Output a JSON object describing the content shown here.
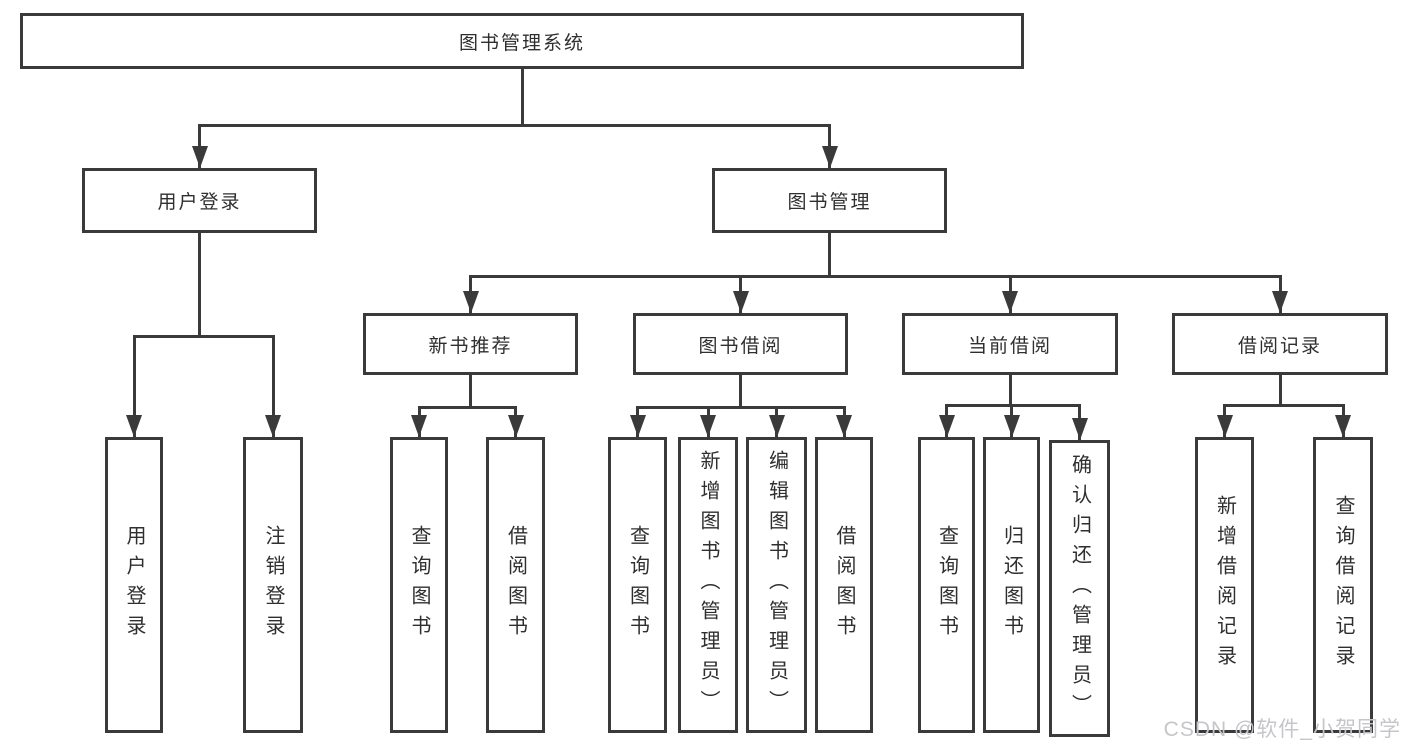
{
  "diagram": {
    "root": {
      "label": "图书管理系统",
      "children": [
        {
          "label": "用户登录",
          "children": [
            {
              "label": "用户登录"
            },
            {
              "label": "注销登录"
            }
          ]
        },
        {
          "label": "图书管理",
          "children": [
            {
              "label": "新书推荐",
              "children": [
                {
                  "label": "查询图书"
                },
                {
                  "label": "借阅图书"
                }
              ]
            },
            {
              "label": "图书借阅",
              "children": [
                {
                  "label": "查询图书"
                },
                {
                  "label": "新增图书（管理员）"
                },
                {
                  "label": "编辑图书（管理员）"
                },
                {
                  "label": "借阅图书"
                }
              ]
            },
            {
              "label": "当前借阅",
              "children": [
                {
                  "label": "查询图书"
                },
                {
                  "label": "归还图书"
                },
                {
                  "label": "确认归还（管理员）"
                }
              ]
            },
            {
              "label": "借阅记录",
              "children": [
                {
                  "label": "新增借阅记录"
                },
                {
                  "label": "查询借阅记录"
                }
              ]
            }
          ]
        }
      ]
    }
  },
  "watermark": {
    "text": "CSDN @软件_小贺同学"
  },
  "colors": {
    "line": "#3a3a3a",
    "text": "#2f2f2f",
    "watermark": "#c6c6ca",
    "background": "#ffffff"
  }
}
